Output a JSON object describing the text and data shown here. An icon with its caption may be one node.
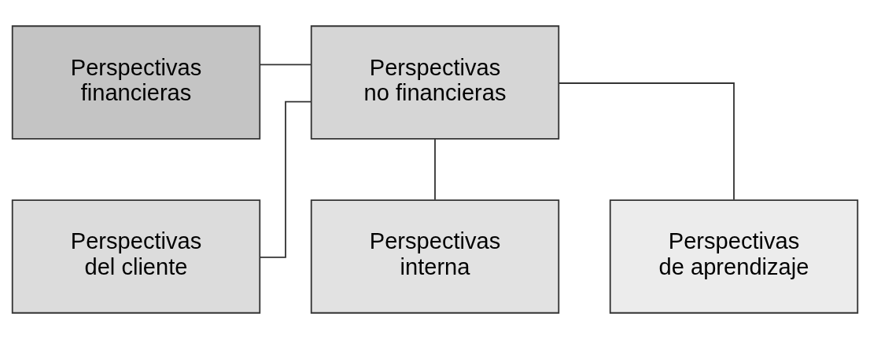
{
  "diagram": {
    "nodes": [
      {
        "text": [
          "Perspectivas financieras"
        ]
      },
      {
        "text": [
          "Perspectivas no financieras"
        ]
      },
      {
        "text": [
          "Perspectivas del cliente"
        ]
      },
      {
        "text": [
          "Perspectivas interna"
        ]
      },
      {
        "text": [
          "Perspectivas de aprendizaje"
        ]
      }
    ],
    "edges": [
      {
        "from": 0,
        "to": 1,
        "arrow": "none"
      },
      {
        "from": 1,
        "to": 2,
        "arrow": "none"
      },
      {
        "from": 1,
        "to": 3,
        "arrow": "none"
      },
      {
        "from": 1,
        "to": 4,
        "arrow": "none"
      }
    ]
  }
}
